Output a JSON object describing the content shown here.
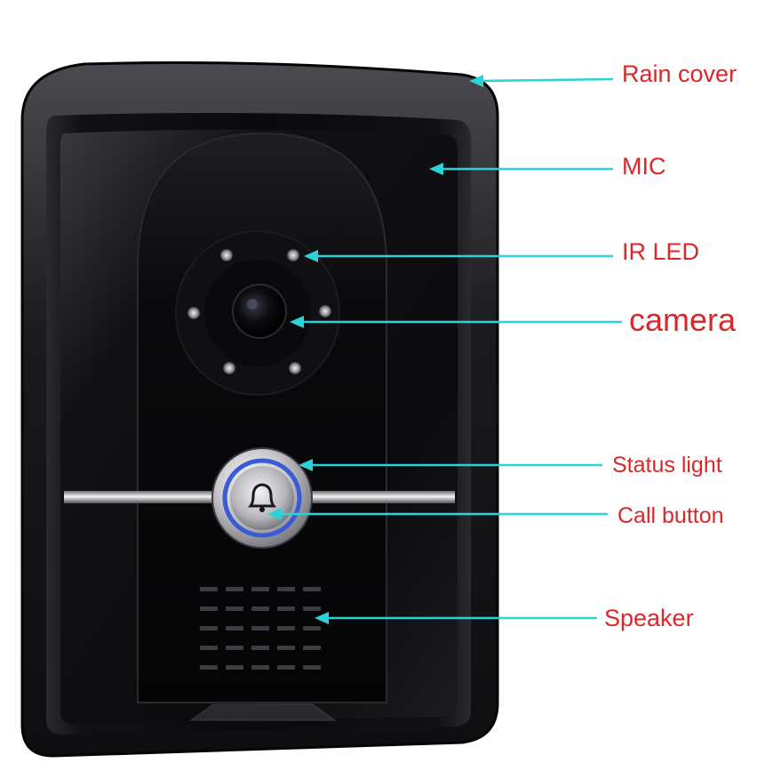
{
  "colors": {
    "callout_line": "#2ad3d8",
    "label_text": "#d8282a",
    "device_body": "#0b0b0d",
    "status_ring": "#3a5bd6"
  },
  "labels": {
    "rain_cover": "Rain cover",
    "mic": "MIC",
    "ir_led": "IR LED",
    "camera": "camera",
    "status_light": "Status light",
    "call_button": "Call button",
    "speaker": "Speaker"
  },
  "icons": {
    "call_button": "bell-icon"
  }
}
